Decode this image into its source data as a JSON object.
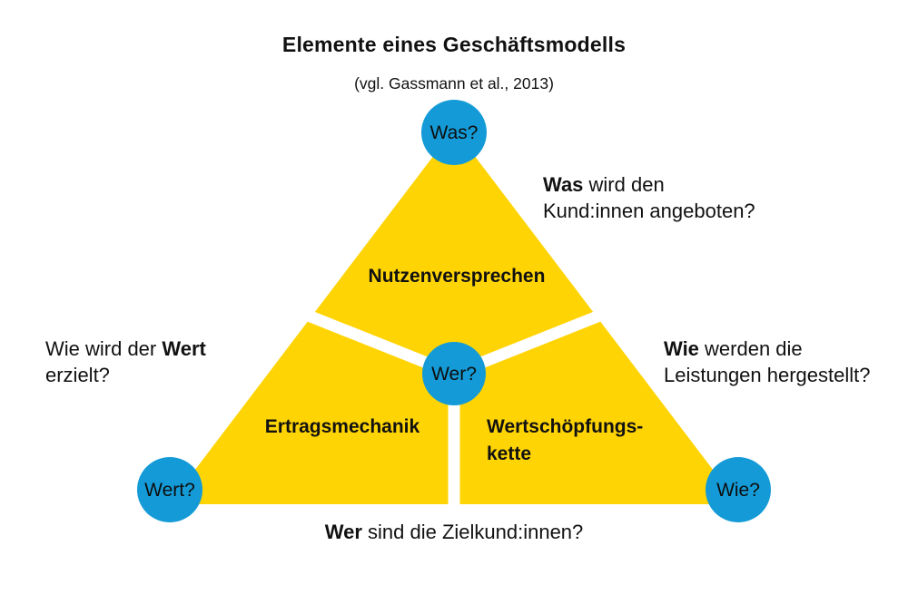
{
  "title": "Elemente eines Geschäftsmodells",
  "subtitle": "(vgl. Gassmann et al., 2013)",
  "colors": {
    "triangle_yellow": "#FFD404",
    "node_blue": "#149BD7",
    "divider_white": "#FFFFFF"
  },
  "nodes": {
    "top": "Was?",
    "center": "Wer?",
    "bottom_left": "Wert?",
    "bottom_right": "Wie?"
  },
  "segments": {
    "value_proposition": "Nutzenversprechen",
    "revenue_model": "Ertragsmechanik",
    "value_chain_line1": "Wertschöpfungs-",
    "value_chain_line2": "kette"
  },
  "annotations": {
    "what": {
      "bold": "Was",
      "rest": " wird den",
      "line2": "Kund:innen angeboten?"
    },
    "value": {
      "pre": "Wie wird der ",
      "bold": "Wert",
      "line2": "erzielt?"
    },
    "how": {
      "bold": "Wie",
      "rest": " werden die",
      "line2": "Leistungen hergestellt?"
    },
    "who": {
      "bold": "Wer",
      "rest": " sind die Zielkund:innen?"
    }
  }
}
